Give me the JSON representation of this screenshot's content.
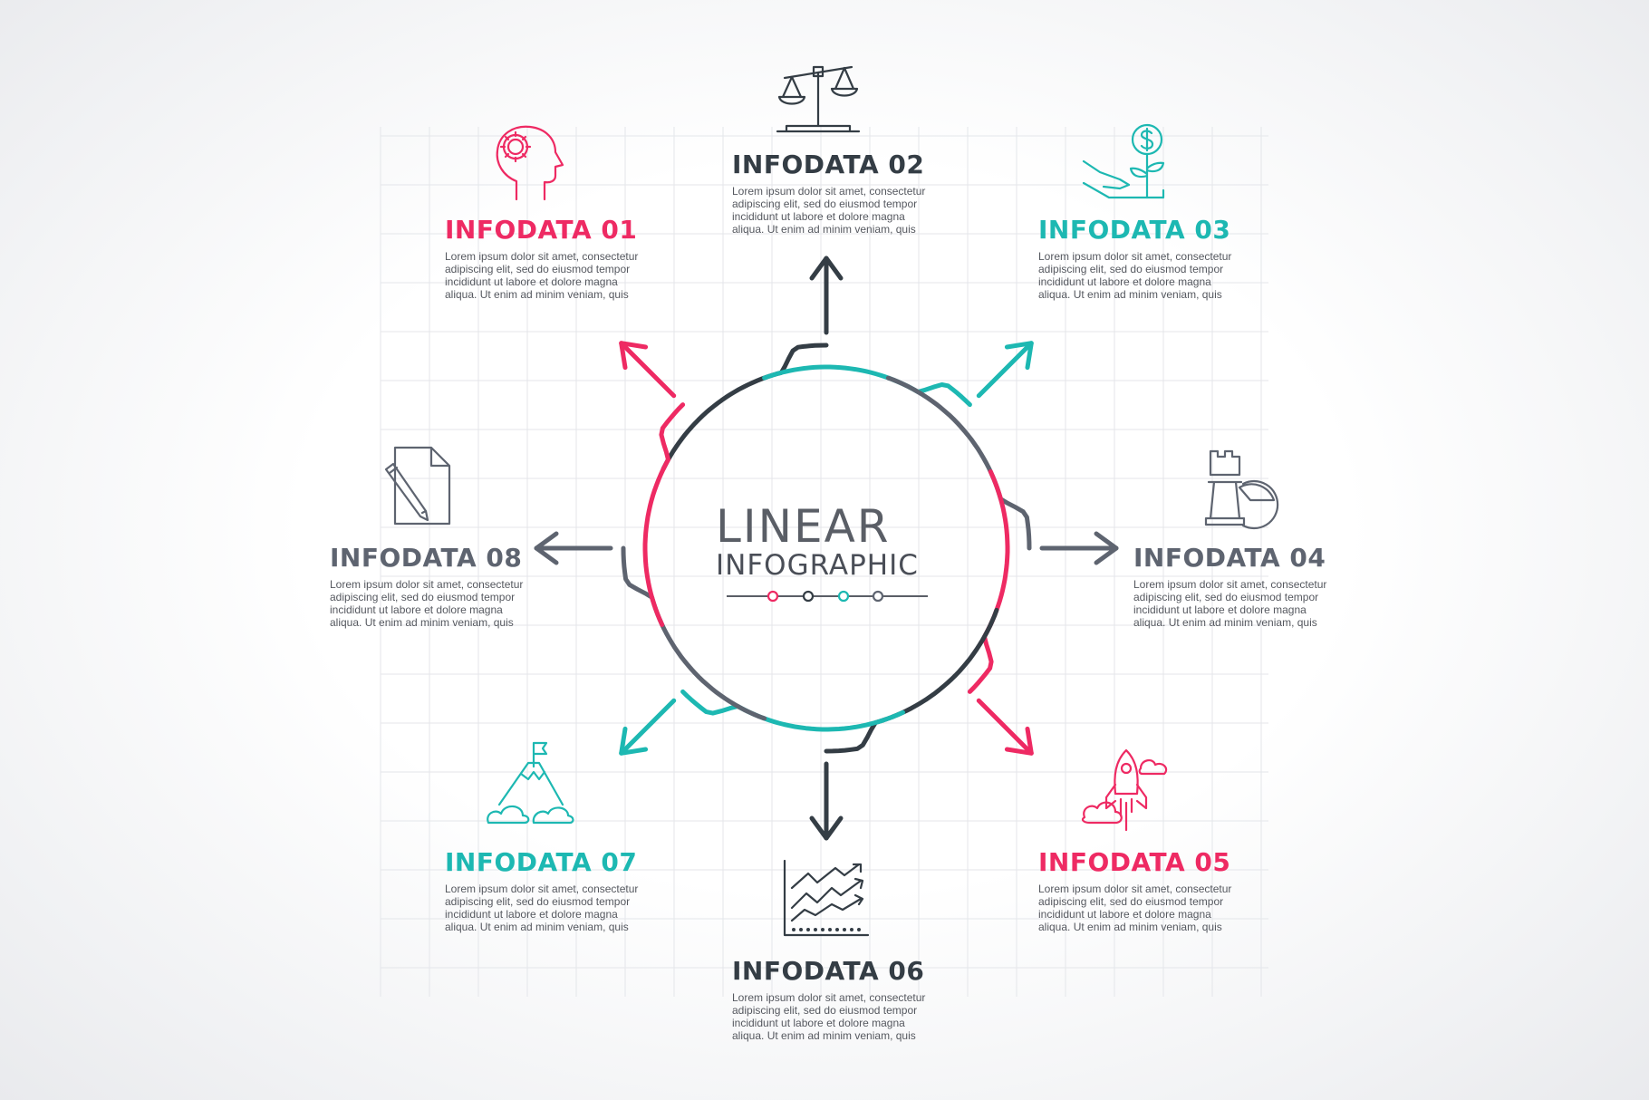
{
  "colors": {
    "pink": "#ee2a63",
    "teal": "#1db8b2",
    "dark": "#343d45",
    "gray": "#5e6470"
  },
  "center": {
    "line1": "LINEAR",
    "line2": "INFOGRAPHIC"
  },
  "items": [
    {
      "title": "INFODATA 01",
      "icon": "head-gear-icon",
      "color": "pink"
    },
    {
      "title": "INFODATA 02",
      "icon": "scales-icon",
      "color": "dark"
    },
    {
      "title": "INFODATA 03",
      "icon": "hand-money-plant-icon",
      "color": "teal"
    },
    {
      "title": "INFODATA 04",
      "icon": "chess-rook-pie-chart-icon",
      "color": "gray"
    },
    {
      "title": "INFODATA 05",
      "icon": "rocket-cloud-icon",
      "color": "pink"
    },
    {
      "title": "INFODATA 06",
      "icon": "line-chart-icon",
      "color": "dark"
    },
    {
      "title": "INFODATA 07",
      "icon": "mountain-flag-icon",
      "color": "teal"
    },
    {
      "title": "INFODATA 08",
      "icon": "document-pen-icon",
      "color": "gray"
    }
  ],
  "body_lines": [
    "Lorem ipsum dolor sit amet, consectetur",
    "adipiscing elit, sed do eiusmod tempor",
    "incididunt ut labore et dolore magna",
    "aliqua. Ut enim ad minim veniam, quis"
  ]
}
